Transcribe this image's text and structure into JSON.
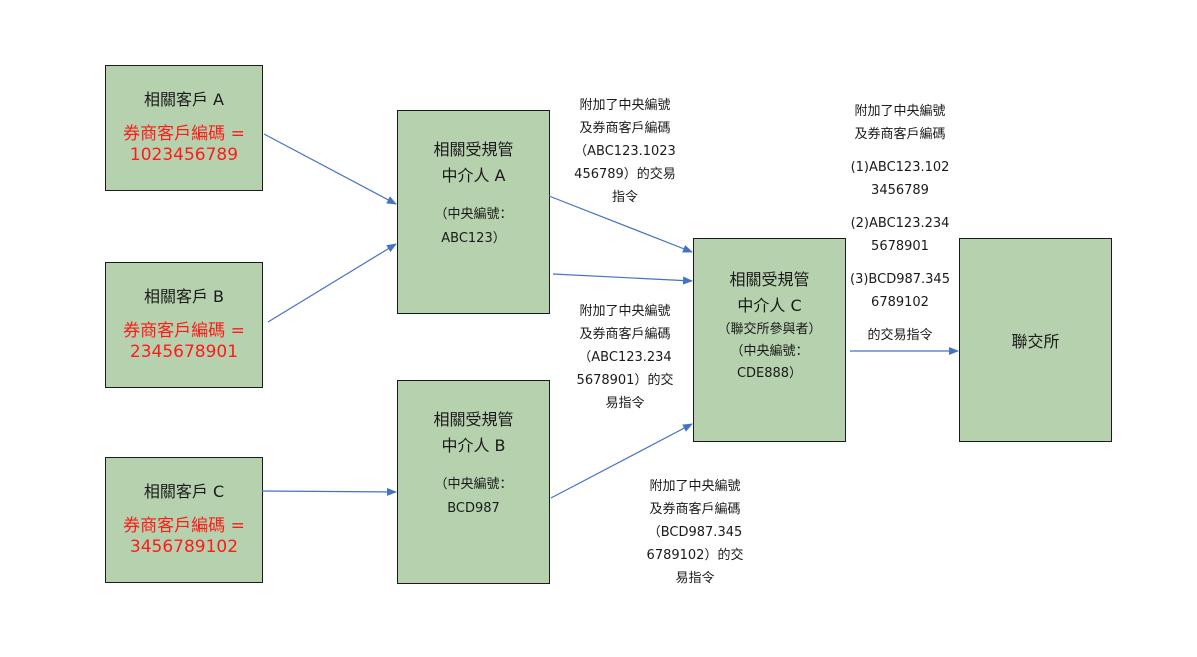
{
  "clients": [
    {
      "id": "client-a",
      "title": "相關客戶 A",
      "code_label": "券商客戶編碼 =",
      "code_value": "1023456789"
    },
    {
      "id": "client-b",
      "title": "相關客戶 B",
      "code_label": "券商客戶編碼 =",
      "code_value": "2345678901"
    },
    {
      "id": "client-c",
      "title": "相關客戶 C",
      "code_label": "券商客戶編碼 =",
      "code_value": "3456789102"
    }
  ],
  "intermediaries": {
    "a": {
      "title_line1": "相關受規管",
      "title_line2": "中介人 A",
      "id_line1": "（中央編號：",
      "id_line2": "ABC123）"
    },
    "b": {
      "title_line1": "相關受規管",
      "title_line2": "中介人 B",
      "id_line1": "（中央編號：",
      "id_line2": "BCD987"
    },
    "c": {
      "title_line1": "相關受規管",
      "title_line2": "中介人 C",
      "role": "（聯交所參與者）",
      "id_line1": "（中央編號：",
      "id_line2": "CDE888）"
    }
  },
  "exchange": {
    "label": "聯交所"
  },
  "notes": {
    "a_to_c": [
      "附加了中央編號",
      "及券商客戶編碼",
      "（ABC123.1023",
      "456789）的交易",
      "指令"
    ],
    "a_to_c_2": [
      "附加了中央編號",
      "及券商客戶編碼",
      "（ABC123.234",
      "5678901）的交",
      "易指令"
    ],
    "b_to_c": [
      "附加了中央編號",
      "及券商客戶編碼",
      "（BCD987.345",
      "6789102）的交",
      "易指令"
    ],
    "c_to_exchange": {
      "header": [
        "附加了中央編號",
        "及券商客戶編碼"
      ],
      "items": [
        [
          "(1)ABC123.102",
          "3456789"
        ],
        [
          "(2)ABC123.234",
          "5678901"
        ],
        [
          "(3)BCD987.345",
          "6789102"
        ]
      ],
      "footer": "的交易指令"
    }
  },
  "colors": {
    "box_fill": "#b6d1ad",
    "code_text": "#ff1a1a",
    "arrow": "#4472c4"
  }
}
